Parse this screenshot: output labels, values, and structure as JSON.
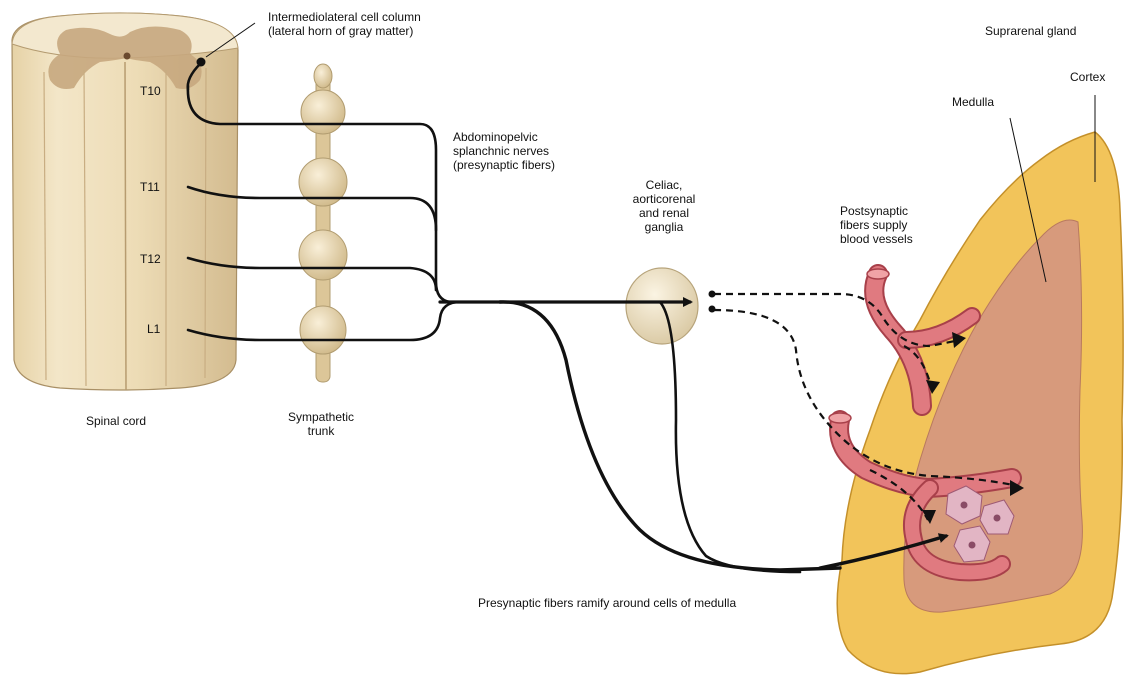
{
  "labels": {
    "intermediolateral": [
      "Intermediolateral cell column",
      "(lateral horn of gray matter)"
    ],
    "suprarenal_gland": "Suprarenal gland",
    "cortex": "Cortex",
    "medulla": "Medulla",
    "abdominopelvic": [
      "Abdominopelvic",
      "splanchnic nerves",
      "(presynaptic fibers)"
    ],
    "celiac": [
      "Celiac,",
      "aorticorenal",
      "and renal",
      "ganglia"
    ],
    "postsynaptic": [
      "Postsynaptic",
      "fibers supply",
      "blood vessels"
    ],
    "spinal_cord": "Spinal cord",
    "sympathetic_trunk": [
      "Sympathetic",
      "trunk"
    ],
    "presynaptic_ramify": "Presynaptic fibers ramify around cells of medulla",
    "segments": [
      "T10",
      "T11",
      "T12",
      "L1"
    ]
  },
  "colors": {
    "cord": "#efe2c4",
    "cord_shade": "#d9c49c",
    "gray_matter": "#c7a77e",
    "trunk": "#ecdcb6",
    "ganglion": "#eee3c9",
    "gland_cortex": "#f2c45a",
    "gland_medulla": "#d79a7c",
    "vessel": "#dd6d74",
    "nerve": "#111111"
  }
}
